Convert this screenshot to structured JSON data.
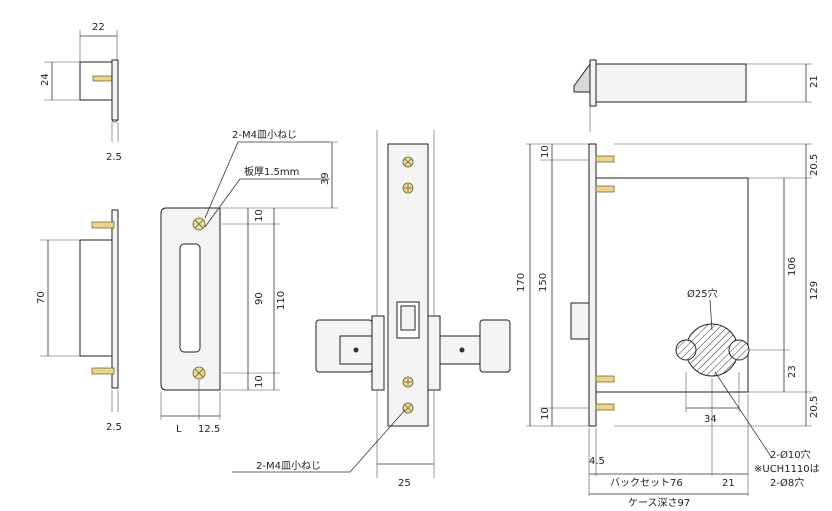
{
  "top_strike_side": {
    "width_dim": "22",
    "height_dim": "24",
    "thickness_dim": "2.5"
  },
  "strike_side": {
    "height_dim": "70",
    "thickness_dim": "2.5"
  },
  "strike_plate": {
    "screw_label": "2-M4皿小ねじ",
    "thickness_label": "板厚1.5mm",
    "dim_39": "39",
    "dim_10_top": "10",
    "dim_90": "90",
    "dim_110": "110",
    "dim_10_bottom": "10",
    "width_L": "L",
    "width_12_5": "12.5"
  },
  "front_view": {
    "width_dim": "25",
    "screw_label": "2-M4皿小ねじ"
  },
  "top_view": {
    "height_dim": "21"
  },
  "case_view": {
    "dim_10_top": "10",
    "dim_170": "170",
    "dim_150": "150",
    "dim_10_bottom": "10",
    "dim_20_5_top": "20.5",
    "dim_106": "106",
    "dim_129": "129",
    "dim_23": "23",
    "dim_20_5_bottom": "20.5",
    "dim_34": "34",
    "hole_label": "Ø25穴",
    "hole_note_1": "2-Ø10穴",
    "hole_note_2": "※UCH1110は",
    "hole_note_3": "2-Ø8穴",
    "dim_4_5": "4.5",
    "backset_label": "バックセット76",
    "dim_21": "21",
    "case_depth_label": "ケース深さ97"
  }
}
